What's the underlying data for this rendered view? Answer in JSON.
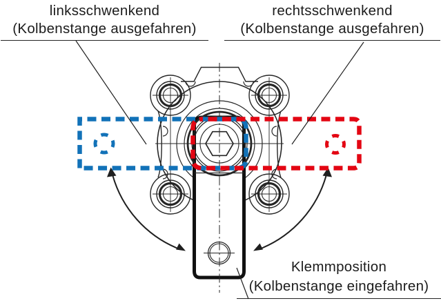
{
  "labels": {
    "left": {
      "line1": "linksschwenkend",
      "line2": "(Kolbenstange ausgefahren)"
    },
    "right": {
      "line1": "rechtsschwenkend",
      "line2": "(Kolbenstange ausgefahren)"
    },
    "bottom": {
      "line1": "Klemmposition",
      "line2": "(Kolbenstange eingefahren)"
    }
  },
  "colors": {
    "blue": "#1272b8",
    "red": "#e30613",
    "line": "#262626",
    "text": "#1c1c1c"
  }
}
